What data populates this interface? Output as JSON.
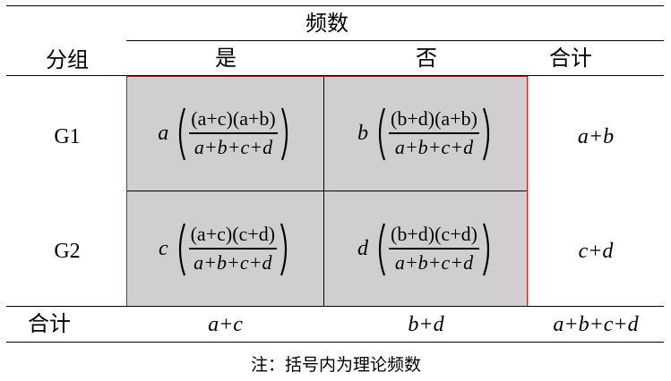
{
  "header": {
    "group_label": "分组",
    "frequency_label": "频数",
    "columns": [
      "是",
      "否",
      "合计"
    ]
  },
  "rows": [
    {
      "group": "G1",
      "cells": [
        {
          "lead": "a",
          "numerator": "(a+c)(a+b)",
          "denominator": "a+b+c+d"
        },
        {
          "lead": "b",
          "numerator": "(b+d)(a+b)",
          "denominator": "a+b+c+d"
        }
      ],
      "total": "a+b"
    },
    {
      "group": "G2",
      "cells": [
        {
          "lead": "c",
          "numerator": "(a+c)(c+d)",
          "denominator": "a+b+c+d"
        },
        {
          "lead": "d",
          "numerator": "(b+d)(c+d)",
          "denominator": "a+b+c+d"
        }
      ],
      "total": "c+d"
    }
  ],
  "total_row": {
    "label": "合计",
    "values": [
      "a+c",
      "b+d",
      "a+b+c+d"
    ]
  },
  "note": "注：括号内为理论频数",
  "colors": {
    "shade": "#d0cece",
    "highlight_border": "#ee0000"
  }
}
